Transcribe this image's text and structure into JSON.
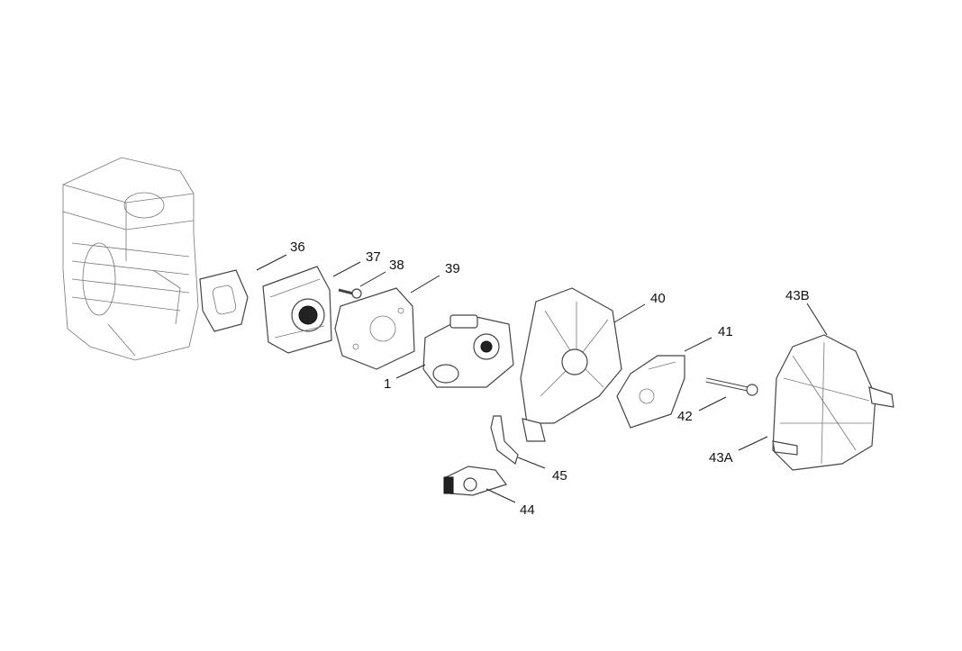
{
  "diagram": {
    "type": "exploded-parts-view",
    "callouts": [
      {
        "id": "c36",
        "label": "36",
        "part": "intake-gasket"
      },
      {
        "id": "c37",
        "label": "37",
        "part": "intake-manifold"
      },
      {
        "id": "c38",
        "label": "38",
        "part": "bolt"
      },
      {
        "id": "c39",
        "label": "39",
        "part": "carburetor-gasket"
      },
      {
        "id": "c1",
        "label": "1",
        "part": "carburetor"
      },
      {
        "id": "c40",
        "label": "40",
        "part": "air-filter-base"
      },
      {
        "id": "c41",
        "label": "41",
        "part": "choke-cover"
      },
      {
        "id": "c42",
        "label": "42",
        "part": "screw"
      },
      {
        "id": "c43B",
        "label": "43B",
        "part": "air-filter-upper"
      },
      {
        "id": "c43A",
        "label": "43A",
        "part": "air-filter-lower"
      },
      {
        "id": "c45",
        "label": "45",
        "part": "bracket"
      },
      {
        "id": "c44",
        "label": "44",
        "part": "choke-lever"
      }
    ]
  }
}
